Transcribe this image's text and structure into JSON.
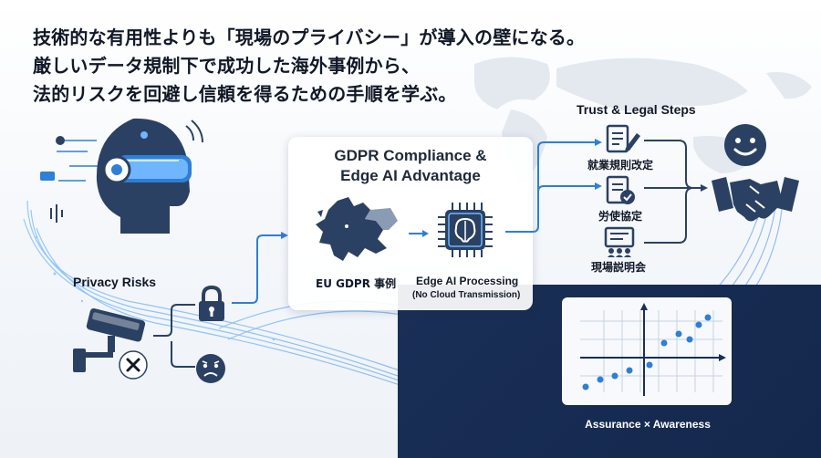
{
  "headline": {
    "line1": "技術的な有用性よりも「現場のプライバシー」が導入の壁になる。",
    "line2": "厳しいデータ規制下で成功した海外事例から、",
    "line3": "法的リスクを回避し信頼を得るための手順を学ぶ。"
  },
  "privacy": {
    "label": "Privacy Risks"
  },
  "gdpr": {
    "title_line1": "GDPR Compliance &",
    "title_line2": "Edge AI Advantage",
    "eu_label": "EU GDPR 事例",
    "edge_label": "Edge AI Processing",
    "edge_sub": "(No Cloud Transmission)"
  },
  "trust": {
    "title": "Trust & Legal Steps",
    "steps": [
      "就業規則改定",
      "労使協定",
      "現場説明会"
    ]
  },
  "assurance": {
    "label": "Assurance × Awareness"
  },
  "colors": {
    "navy": "#1a2f57",
    "icon": "#2b4163",
    "accent": "#2e7fd6",
    "glow": "#6fb6ff"
  },
  "icons": [
    "ai-head-icon",
    "cctv-camera-icon",
    "lock-icon",
    "worried-face-icon",
    "x-icon",
    "eu-map-icon",
    "ai-chip-icon",
    "document-edit-icon",
    "document-check-icon",
    "presentation-board-icon",
    "smiley-icon",
    "handshake-icon"
  ]
}
